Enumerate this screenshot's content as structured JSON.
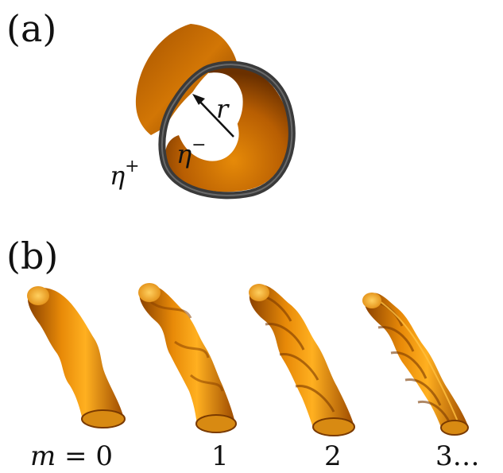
{
  "panel_a": {
    "label": "(a)",
    "radius_symbol": "r",
    "inner_symbol": "η",
    "inner_sup": "−",
    "outer_symbol": "η",
    "outer_sup": "+"
  },
  "panel_b": {
    "label": "(b)",
    "mode_prefix": "m = ",
    "modes": [
      "0",
      "1",
      "2",
      "3"
    ],
    "trailing": "…"
  },
  "colors": {
    "tube_light": "#ffb020",
    "tube_mid": "#e88a08",
    "tube_dark": "#8a4100",
    "rim": "#3a3a3a",
    "ink": "#111111"
  }
}
